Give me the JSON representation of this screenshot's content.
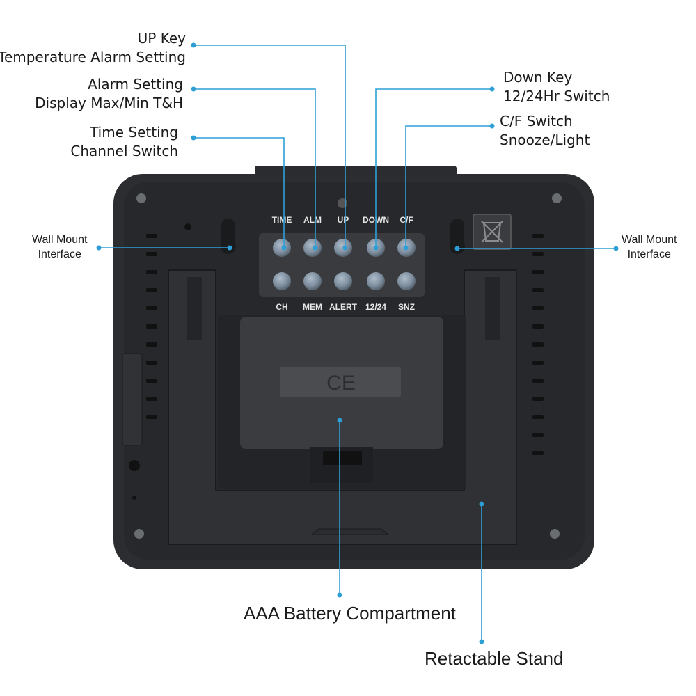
{
  "callouts": {
    "up_key": {
      "line1": "UP Key",
      "line2": "Temperature Alarm Setting"
    },
    "alarm": {
      "line1": "Alarm Setting",
      "line2": "Display Max/Min T&H"
    },
    "time": {
      "line1": "Time Setting",
      "line2": "Channel Switch"
    },
    "down_key": {
      "line1": "Down Key",
      "line2": "12/24Hr Switch"
    },
    "cf": {
      "line1": "C/F Switch",
      "line2": "Snooze/Light"
    },
    "wall_left": {
      "line1": "Wall Mount",
      "line2": "Interface"
    },
    "wall_right": {
      "line1": "Wall Mount",
      "line2": "Interface"
    },
    "battery": "AAA Battery Compartment",
    "stand": "Retactable Stand"
  },
  "buttons": {
    "top": [
      "TIME",
      "ALM",
      "UP",
      "DOWN",
      "C/F"
    ],
    "bottom": [
      "CH",
      "MEM",
      "ALERT",
      "12/24",
      "SNZ"
    ]
  },
  "marks": {
    "ce": "CE"
  },
  "colors": {
    "leader": "#2e9fd6",
    "body": "#2b2d30",
    "panel": "#1f2124",
    "button": "#7a8a99"
  }
}
